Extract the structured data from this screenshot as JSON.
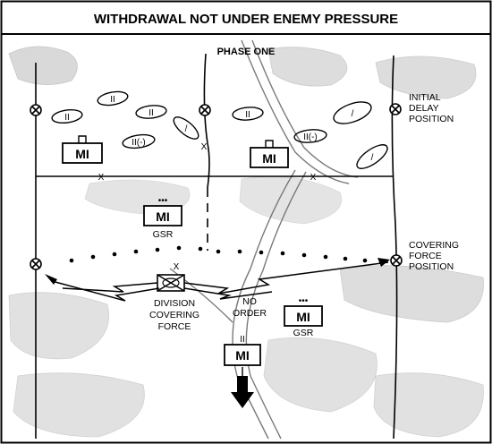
{
  "title": "WITHDRAWAL NOT UNDER ENEMY PRESSURE",
  "phase": "PHASE ONE",
  "labels": {
    "initial_delay": [
      "INITIAL",
      "DELAY",
      "POSITION"
    ],
    "covering_force": [
      "COVERING",
      "FORCE",
      "POSITION"
    ],
    "division_covering": [
      "DIVISION",
      "COVERING",
      "FORCE"
    ],
    "no_order": [
      "NO",
      "ORDER"
    ],
    "gsr_center": "GSR",
    "gsr_right": "GSR"
  },
  "units": {
    "mi": "MI",
    "echelon_ii": "II",
    "echelon_ii_minus": "II(-)",
    "echelon_slash": "/",
    "echelon_x": "X",
    "team_dots": "•••"
  },
  "colors": {
    "ink": "#000000",
    "terrain": "#9a9a9a",
    "background": "#ffffff"
  }
}
